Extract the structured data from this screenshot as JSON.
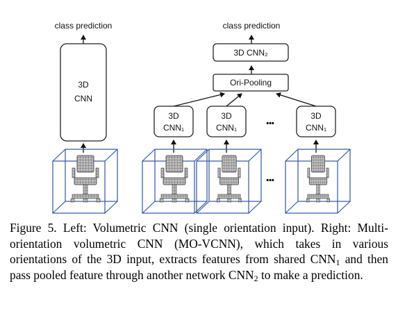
{
  "figure": {
    "left": {
      "output_label": "class prediction",
      "cnn_label_line1": "3D",
      "cnn_label_line2": "CNN"
    },
    "right": {
      "output_label": "class prediction",
      "top_cnn_label": "3D CNN₂",
      "pooling_label": "Ori-Pooling",
      "cnn1_label_line1": "3D",
      "cnn1_label_line2": "CNN₁",
      "ellipsis": "•••"
    }
  },
  "caption": {
    "part1": "Figure 5. Left: Volumetric CNN (single orientation input). Right: Multi-orientation volumetric CNN (MO-VCNN), which takes in various orientations of the 3D input, extracts features from shared CNN",
    "sub1": "1",
    "part2": " and then pass pooled feature through another network CNN",
    "sub2": "2",
    "part3": " to make a prediction."
  }
}
